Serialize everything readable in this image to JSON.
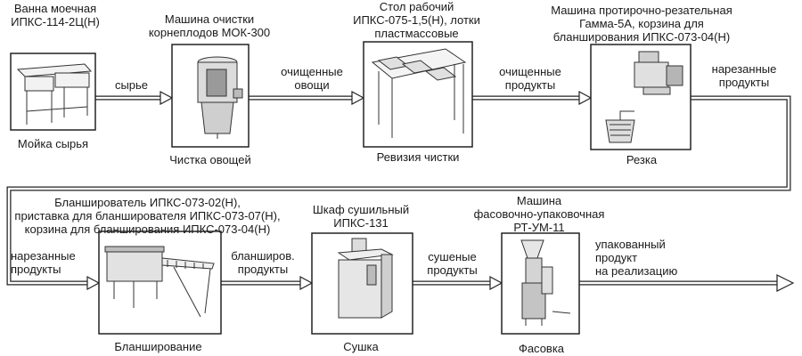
{
  "steps": [
    {
      "title": "Ванна моечная\nИПКС-114-2Ц(Н)",
      "caption": "Мойка сырья",
      "machine": "sink-icon"
    },
    {
      "title": "Машина очистки\nкорнеплодов МОК-300",
      "caption": "Чистка овощей",
      "machine": "peeler-icon"
    },
    {
      "title": "Стол рабочий\nИПКС-075-1,5(Н), лотки\nпластмассовые",
      "caption": "Ревизия чистки",
      "machine": "table-icon"
    },
    {
      "title": "Машина протирочно-резательная\nГамма-5А, корзина для\nбланширования ИПКС-073-04(Н)",
      "caption": "Резка",
      "machine": "cutter-icon"
    },
    {
      "title": "Бланширователь ИПКС-073-02(Н),\nприставка для бланширователя ИПКС-073-07(Н),\nкорзина для бланширования ИПКС-073-04(Н)",
      "caption": "Бланширование",
      "machine": "blancher-icon"
    },
    {
      "title": "Шкаф сушильный\nИПКС-131",
      "caption": "Сушка",
      "machine": "dryer-icon"
    },
    {
      "title": "Машина\nфасовочно-упаковочная\nРТ-УМ-11",
      "caption": "Фасовка",
      "machine": "packer-icon"
    }
  ],
  "flows": [
    {
      "label": "сырье"
    },
    {
      "label": "очищенные\nовощи"
    },
    {
      "label": "очищенные\nпродукты"
    },
    {
      "label": "нарезанные\nпродукты"
    },
    {
      "label": "нарезанные\nпродукты"
    },
    {
      "label": "бланширов.\nпродукты"
    },
    {
      "label": "сушеные\nпродукты"
    },
    {
      "label": "упакованный\nпродукт\nна реализацию"
    }
  ]
}
